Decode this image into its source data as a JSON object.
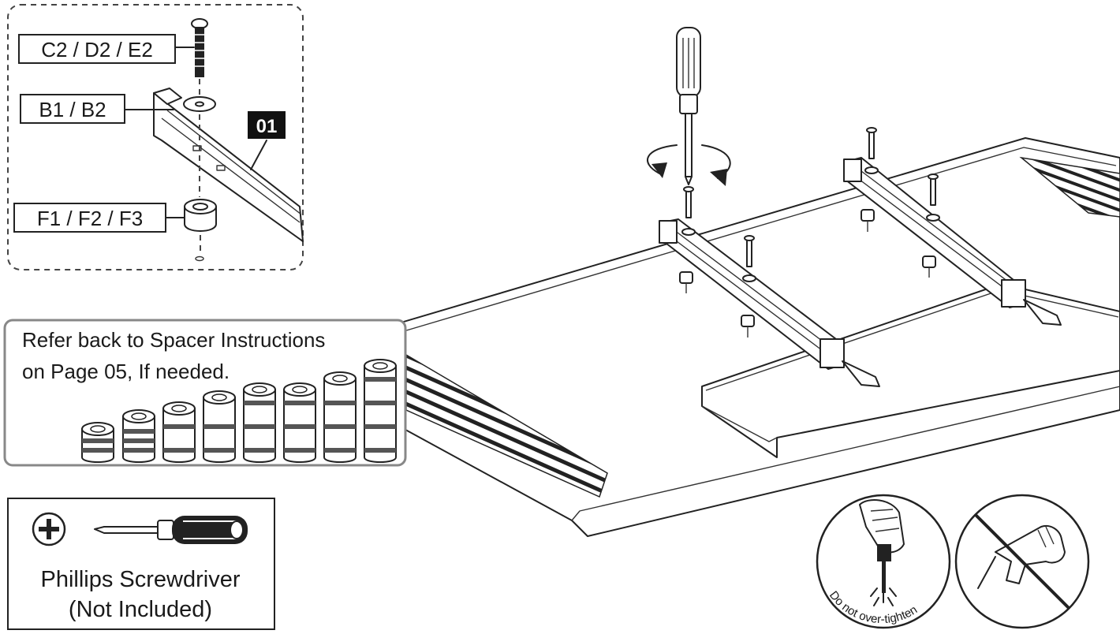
{
  "callout_labels": {
    "screw": "C2 / D2 / E2",
    "washer": "B1 / B2",
    "spacer": "F1 / F2 / F3",
    "part_number": "01"
  },
  "spacer_note": {
    "line1": "Refer back to Spacer Instructions",
    "line2": "on Page 05, If needed."
  },
  "tool": {
    "name": "Phillips Screwdriver",
    "note": "(Not Included)",
    "icon": "phillips-head-icon"
  },
  "warning": {
    "text": "Do not over-tighten",
    "allowed_icon": "hand-screwdriver-icon",
    "prohibited_icon": "power-drill-prohibited-icon"
  }
}
